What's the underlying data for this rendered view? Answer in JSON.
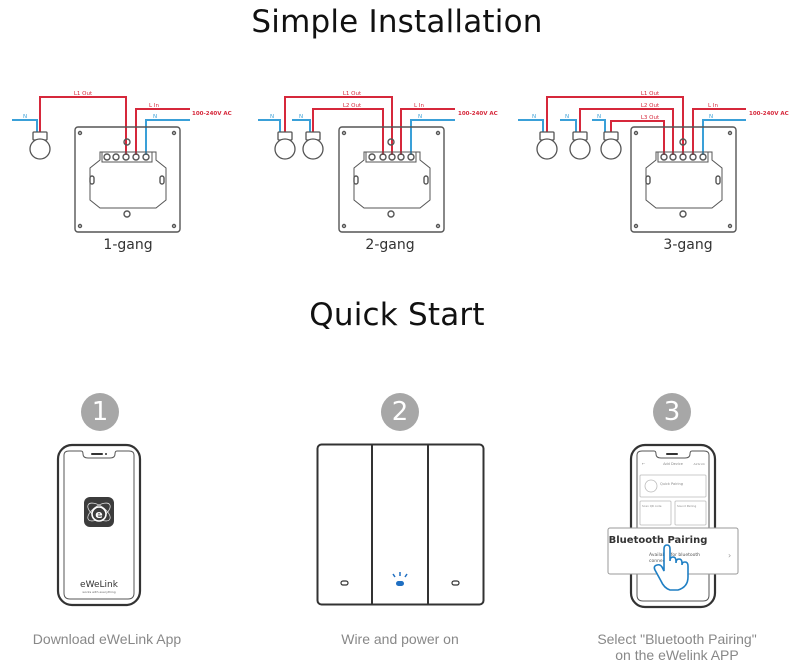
{
  "installation": {
    "title": "Simple Installation",
    "ac_label": "100-240V AC",
    "neutral_label": "N",
    "line_in_label": "L In",
    "diagrams": [
      {
        "label": "1-gang",
        "outputs": [
          "L1 Out"
        ]
      },
      {
        "label": "2-gang",
        "outputs": [
          "L1 Out",
          "L2 Out"
        ]
      },
      {
        "label": "3-gang",
        "outputs": [
          "L1 Out",
          "L2 Out",
          "L3 Out"
        ]
      }
    ]
  },
  "quick_start": {
    "title": "Quick Start",
    "steps": [
      {
        "number": "1",
        "caption": "Download eWeLink App",
        "app_name": "eWeLink",
        "app_tagline": "works with everything"
      },
      {
        "number": "2",
        "caption": "Wire and power on"
      },
      {
        "number": "3",
        "caption_line1": "Select \"Bluetooth Pairing\"",
        "caption_line2": "on the eWelink APP",
        "screen_header": "Add Device",
        "screen_header_right": "Airbrick",
        "screen_option1": "Quick Pairing",
        "screen_option2": "Scan QR code",
        "screen_option3": "Sound Pairing",
        "popup_title": "Bluetooth Pairing",
        "popup_sub1": "Available for bluetooth",
        "popup_sub2": "connection."
      }
    ]
  },
  "colors": {
    "live": "#d6283b",
    "neutral": "#3aa0d8",
    "led": "#1f6fc2",
    "step_badge": "#a7a7a7"
  }
}
